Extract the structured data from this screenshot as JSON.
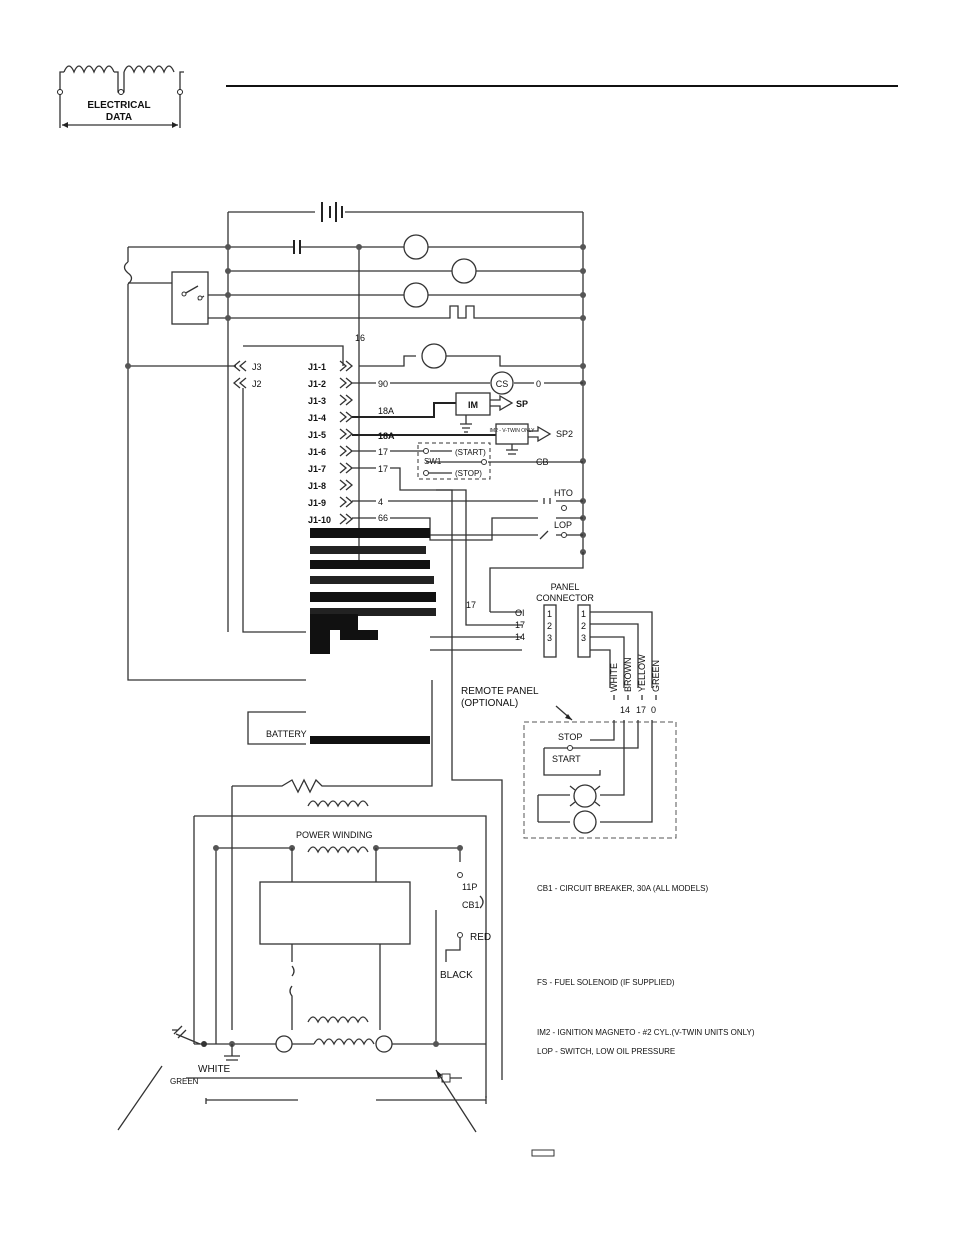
{
  "logo": {
    "line1": "ELECTRICAL",
    "line2": "DATA"
  },
  "wire_labels": {
    "w16": "16",
    "w90": "90",
    "w0": "0",
    "w18a_1": "18A",
    "w18a_2": "18A",
    "w17_a": "17",
    "w17_b": "17",
    "w4": "4",
    "w66": "66",
    "w0b": "CB",
    "w17_c": "17",
    "w0i": "OI",
    "w17_d": "17",
    "w14": "14"
  },
  "connectors": {
    "j3": "J3",
    "j2": "J2",
    "pins": [
      "J1-1",
      "J1-2",
      "J1-3",
      "J1-4",
      "J1-5",
      "J1-6",
      "J1-7",
      "J1-8",
      "J1-9",
      "J1-10"
    ]
  },
  "components": {
    "cs": "CS",
    "im": "IM",
    "sp": "SP",
    "sp2": "SP2",
    "im2_box": "IM2 - V-TWIN ONLY",
    "sw1": "SW1",
    "start": "(START)",
    "stop": "(STOP)",
    "hto": "HTO",
    "lop": "LOP",
    "battery": "BATTERY",
    "power_winding": "POWER WINDING",
    "p11": "11P",
    "cb1": "CB1",
    "red": "RED",
    "black": "BLACK",
    "white": "WHITE",
    "green": "GREEN"
  },
  "panel_connector": {
    "title_line1": "PANEL",
    "title_line2": "CONNECTOR",
    "left_pins": [
      "1",
      "2",
      "3"
    ],
    "right_pins": [
      "1",
      "2",
      "3"
    ],
    "wire_colors": [
      "WHITE",
      "BROWN",
      "YELLOW",
      "GREEN"
    ],
    "wire_numbers": [
      "14",
      "17",
      "0"
    ]
  },
  "remote_panel": {
    "title_line1": "REMOTE PANEL",
    "title_line2": "(OPTIONAL)",
    "stop": "STOP",
    "start": "START"
  },
  "legend": [
    "CB1 - CIRCUIT BREAKER, 30A (ALL MODELS)",
    "FS - FUEL SOLENOID (IF SUPPLIED)",
    "IM2 - IGNITION MAGNETO - #2 CYL.(V-TWIN UNITS ONLY)",
    "LOP - SWITCH, LOW OIL PRESSURE"
  ]
}
